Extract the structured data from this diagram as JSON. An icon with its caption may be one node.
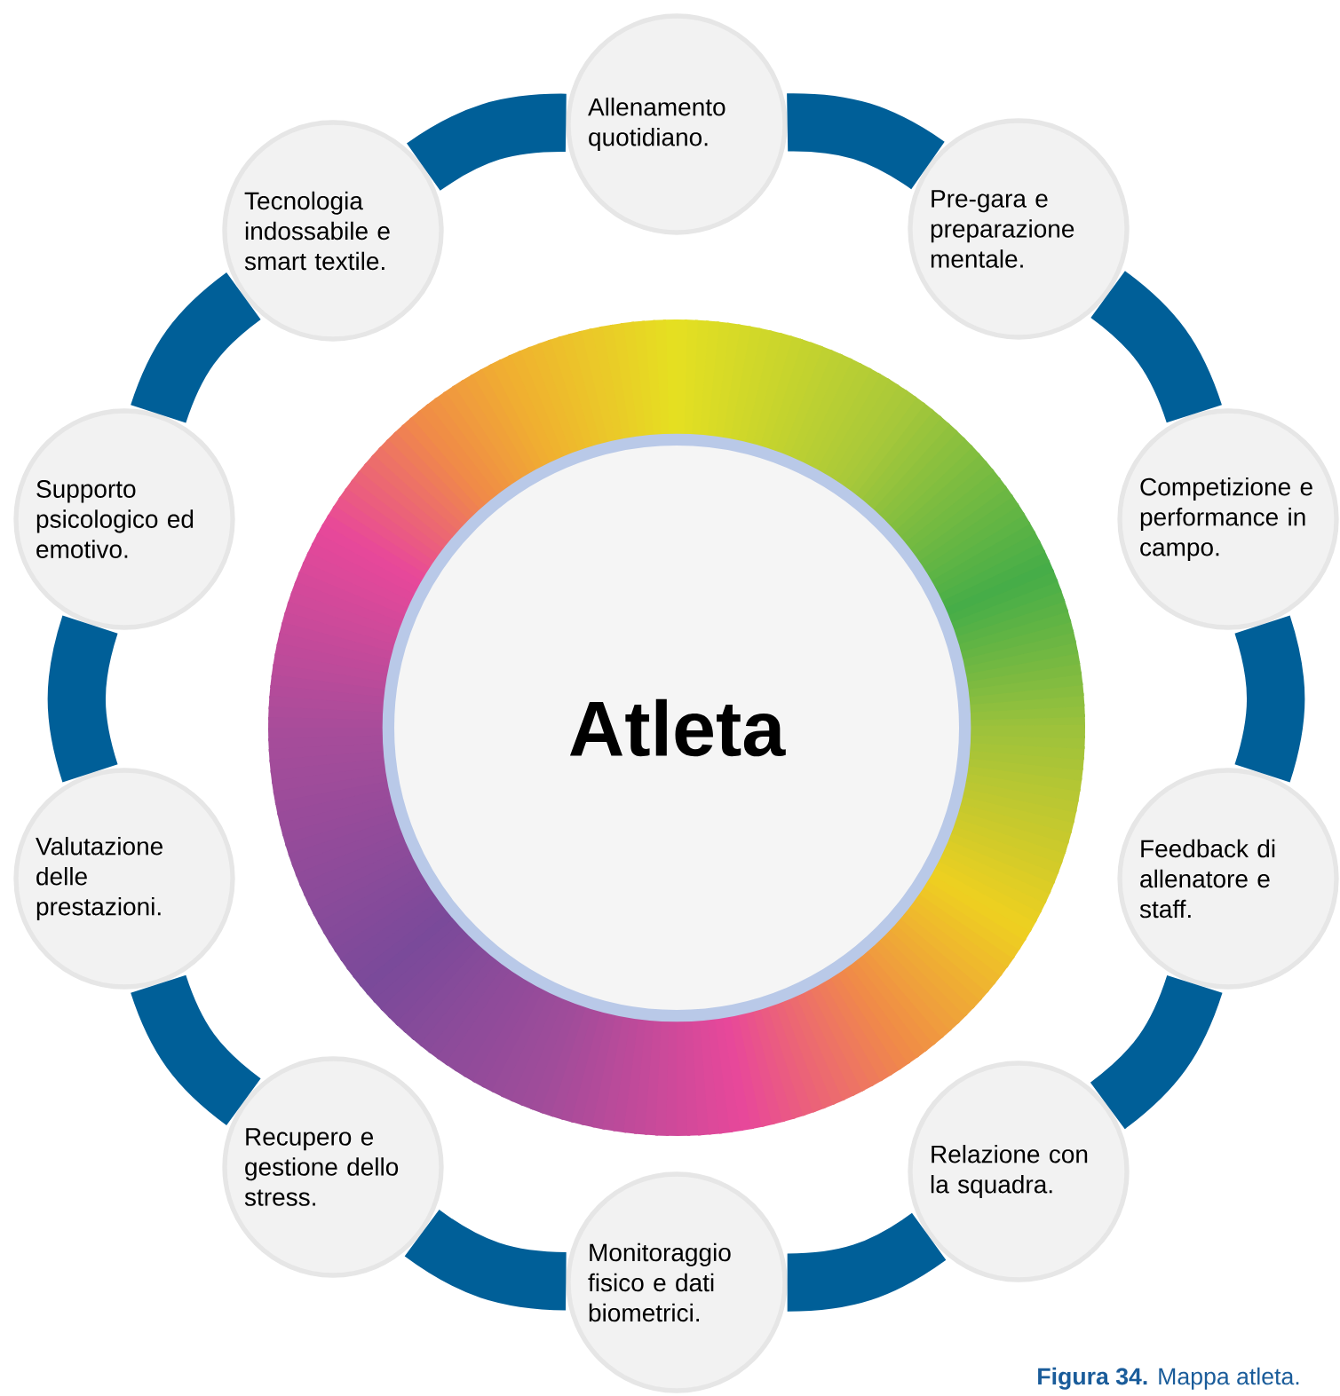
{
  "diagram": {
    "caption": "**Figura 34.** Mappa atleta.",
    "nodes": [
      {
        "text": [
          "Atleta"
        ]
      },
      {
        "text": [
          "Allenamento quotidiano."
        ]
      },
      {
        "text": [
          "Pre-gara e preparazione mentale."
        ]
      },
      {
        "text": [
          "Competizione e performance in campo."
        ]
      },
      {
        "text": [
          "Feedback di allenatore e staff."
        ]
      },
      {
        "text": [
          "Relazione con la squadra."
        ]
      },
      {
        "text": [
          "Monitoraggio fisico e dati biometrici."
        ]
      },
      {
        "text": [
          "Recupero e gestione dello stress."
        ]
      },
      {
        "text": [
          "Valutazione delle prestazioni."
        ]
      },
      {
        "text": [
          "Supporto psicologico ed emotivo."
        ]
      },
      {
        "text": [
          "Tecnologia indossabile e smart textile."
        ]
      }
    ],
    "edges": [
      {
        "from": 1,
        "to": 2,
        "arrow": "none"
      },
      {
        "from": 2,
        "to": 3,
        "arrow": "none"
      },
      {
        "from": 3,
        "to": 4,
        "arrow": "none"
      },
      {
        "from": 4,
        "to": 5,
        "arrow": "none"
      },
      {
        "from": 5,
        "to": 6,
        "arrow": "none"
      },
      {
        "from": 6,
        "to": 7,
        "arrow": "none"
      },
      {
        "from": 7,
        "to": 8,
        "arrow": "none"
      },
      {
        "from": 8,
        "to": 9,
        "arrow": "none"
      },
      {
        "from": 9,
        "to": 10,
        "arrow": "none"
      },
      {
        "from": 10,
        "to": 1,
        "arrow": "none"
      }
    ]
  }
}
